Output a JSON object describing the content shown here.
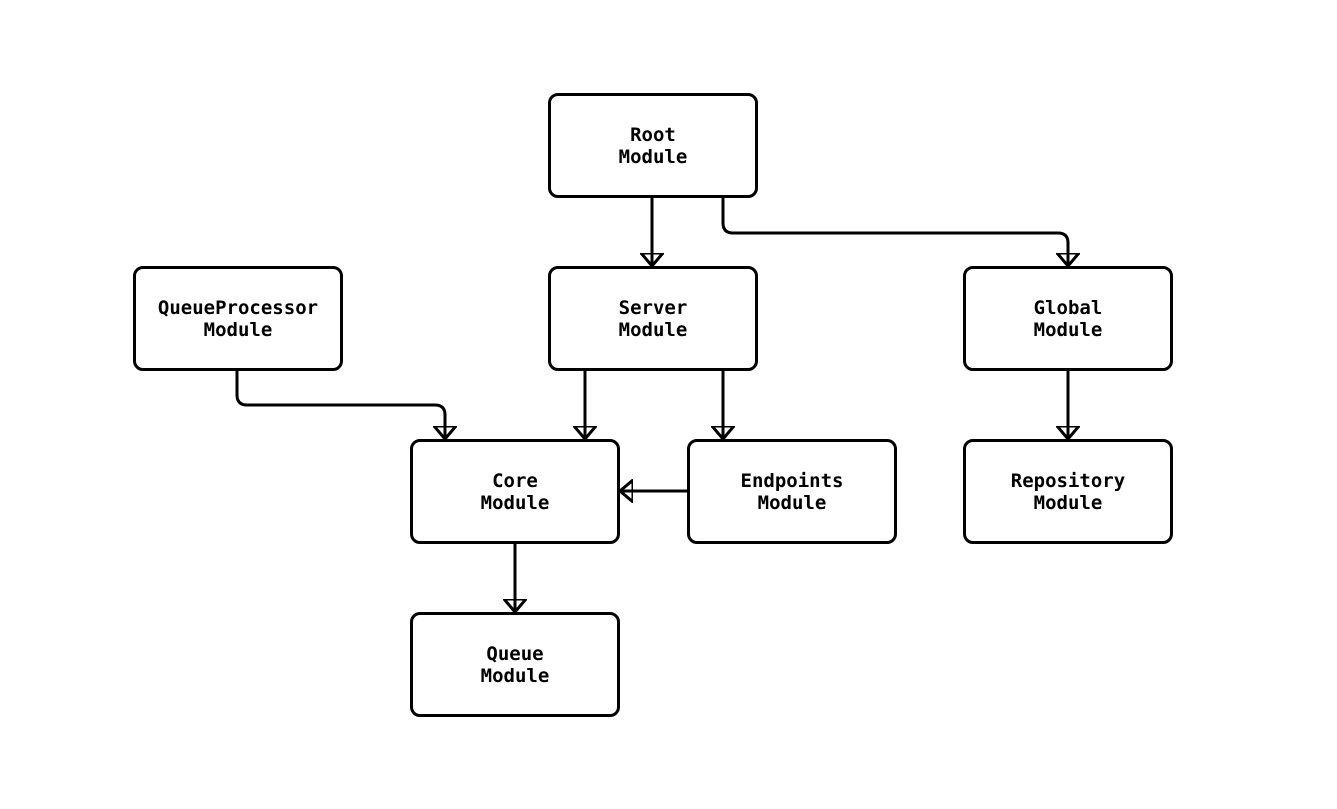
{
  "diagram": {
    "type": "module-dependency-flowchart",
    "colors": {
      "background": "#ffffff",
      "node_fill": "#ffffff",
      "node_border": "#000000",
      "edge_stroke": "#000000",
      "text": "#000000"
    },
    "nodes": {
      "root": {
        "line1": "Root",
        "line2": "Module"
      },
      "server": {
        "line1": "Server",
        "line2": "Module"
      },
      "queueProcessor": {
        "line1": "QueueProcessor",
        "line2": "Module"
      },
      "global": {
        "line1": "Global",
        "line2": "Module"
      },
      "core": {
        "line1": "Core",
        "line2": "Module"
      },
      "endpoints": {
        "line1": "Endpoints",
        "line2": "Module"
      },
      "repository": {
        "line1": "Repository",
        "line2": "Module"
      },
      "queue": {
        "line1": "Queue",
        "line2": "Module"
      }
    },
    "edges": [
      {
        "from": "root",
        "to": "server"
      },
      {
        "from": "root",
        "to": "global"
      },
      {
        "from": "server",
        "to": "core"
      },
      {
        "from": "server",
        "to": "endpoints"
      },
      {
        "from": "queueProcessor",
        "to": "core"
      },
      {
        "from": "endpoints",
        "to": "core"
      },
      {
        "from": "global",
        "to": "repository"
      },
      {
        "from": "core",
        "to": "queue"
      }
    ]
  }
}
